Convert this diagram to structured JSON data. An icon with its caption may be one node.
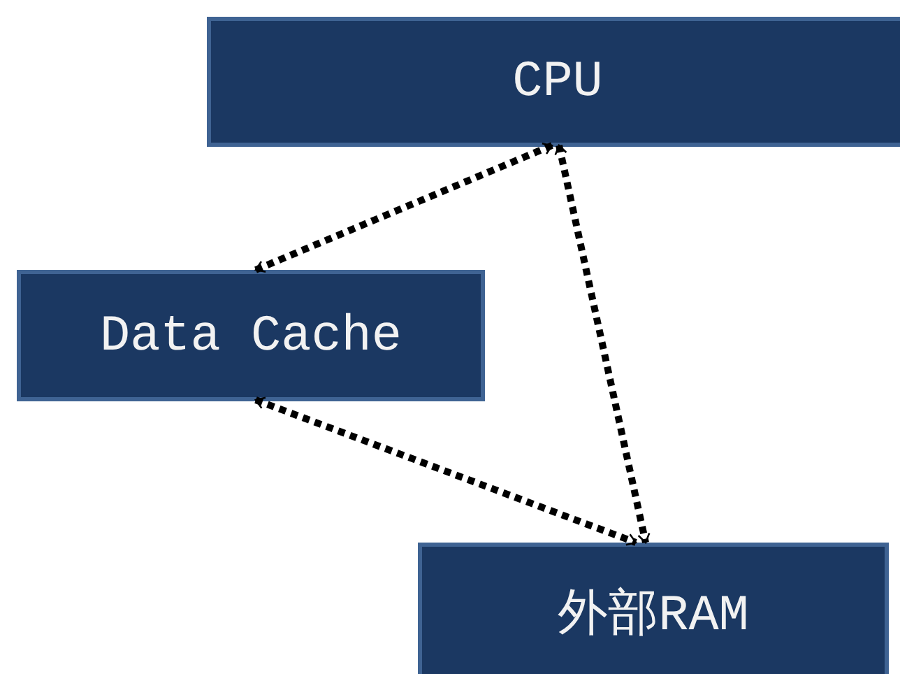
{
  "diagram": {
    "nodes": [
      {
        "text": [
          "CPU"
        ]
      },
      {
        "text": [
          "Data Cache"
        ]
      },
      {
        "text": [
          "外部RAM"
        ]
      }
    ],
    "edges": [
      {
        "from": 0,
        "to": 1,
        "arrow": "both",
        "style": "dashed"
      },
      {
        "from": 0,
        "to": 2,
        "arrow": "both",
        "style": "dashed"
      },
      {
        "from": 1,
        "to": 2,
        "arrow": "both",
        "style": "dashed"
      }
    ]
  }
}
